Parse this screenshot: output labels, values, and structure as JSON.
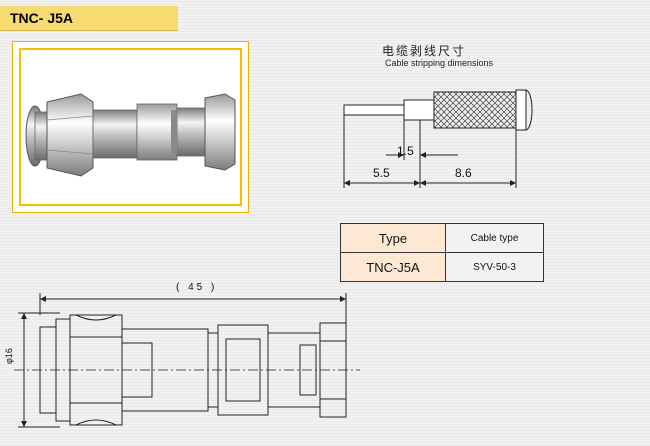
{
  "header": {
    "title": "TNC- J5A"
  },
  "stripping": {
    "title_cn": "电缆剥线尺寸",
    "title_en": "Cable stripping dimensions",
    "dims": {
      "d1": "1.5",
      "d2": "5.5",
      "d3": "8.6"
    }
  },
  "spec_table": {
    "headers": [
      "Type",
      "Cable type"
    ],
    "rows": [
      [
        "TNC-J5A",
        "SYV-50-3"
      ]
    ]
  },
  "drawing": {
    "length_label": "( 45 )",
    "diameter_label": "φ16"
  },
  "colors": {
    "title_bar": "#f6da72",
    "photo_border": "#f2c200",
    "type_cell": "#fde8d3"
  }
}
